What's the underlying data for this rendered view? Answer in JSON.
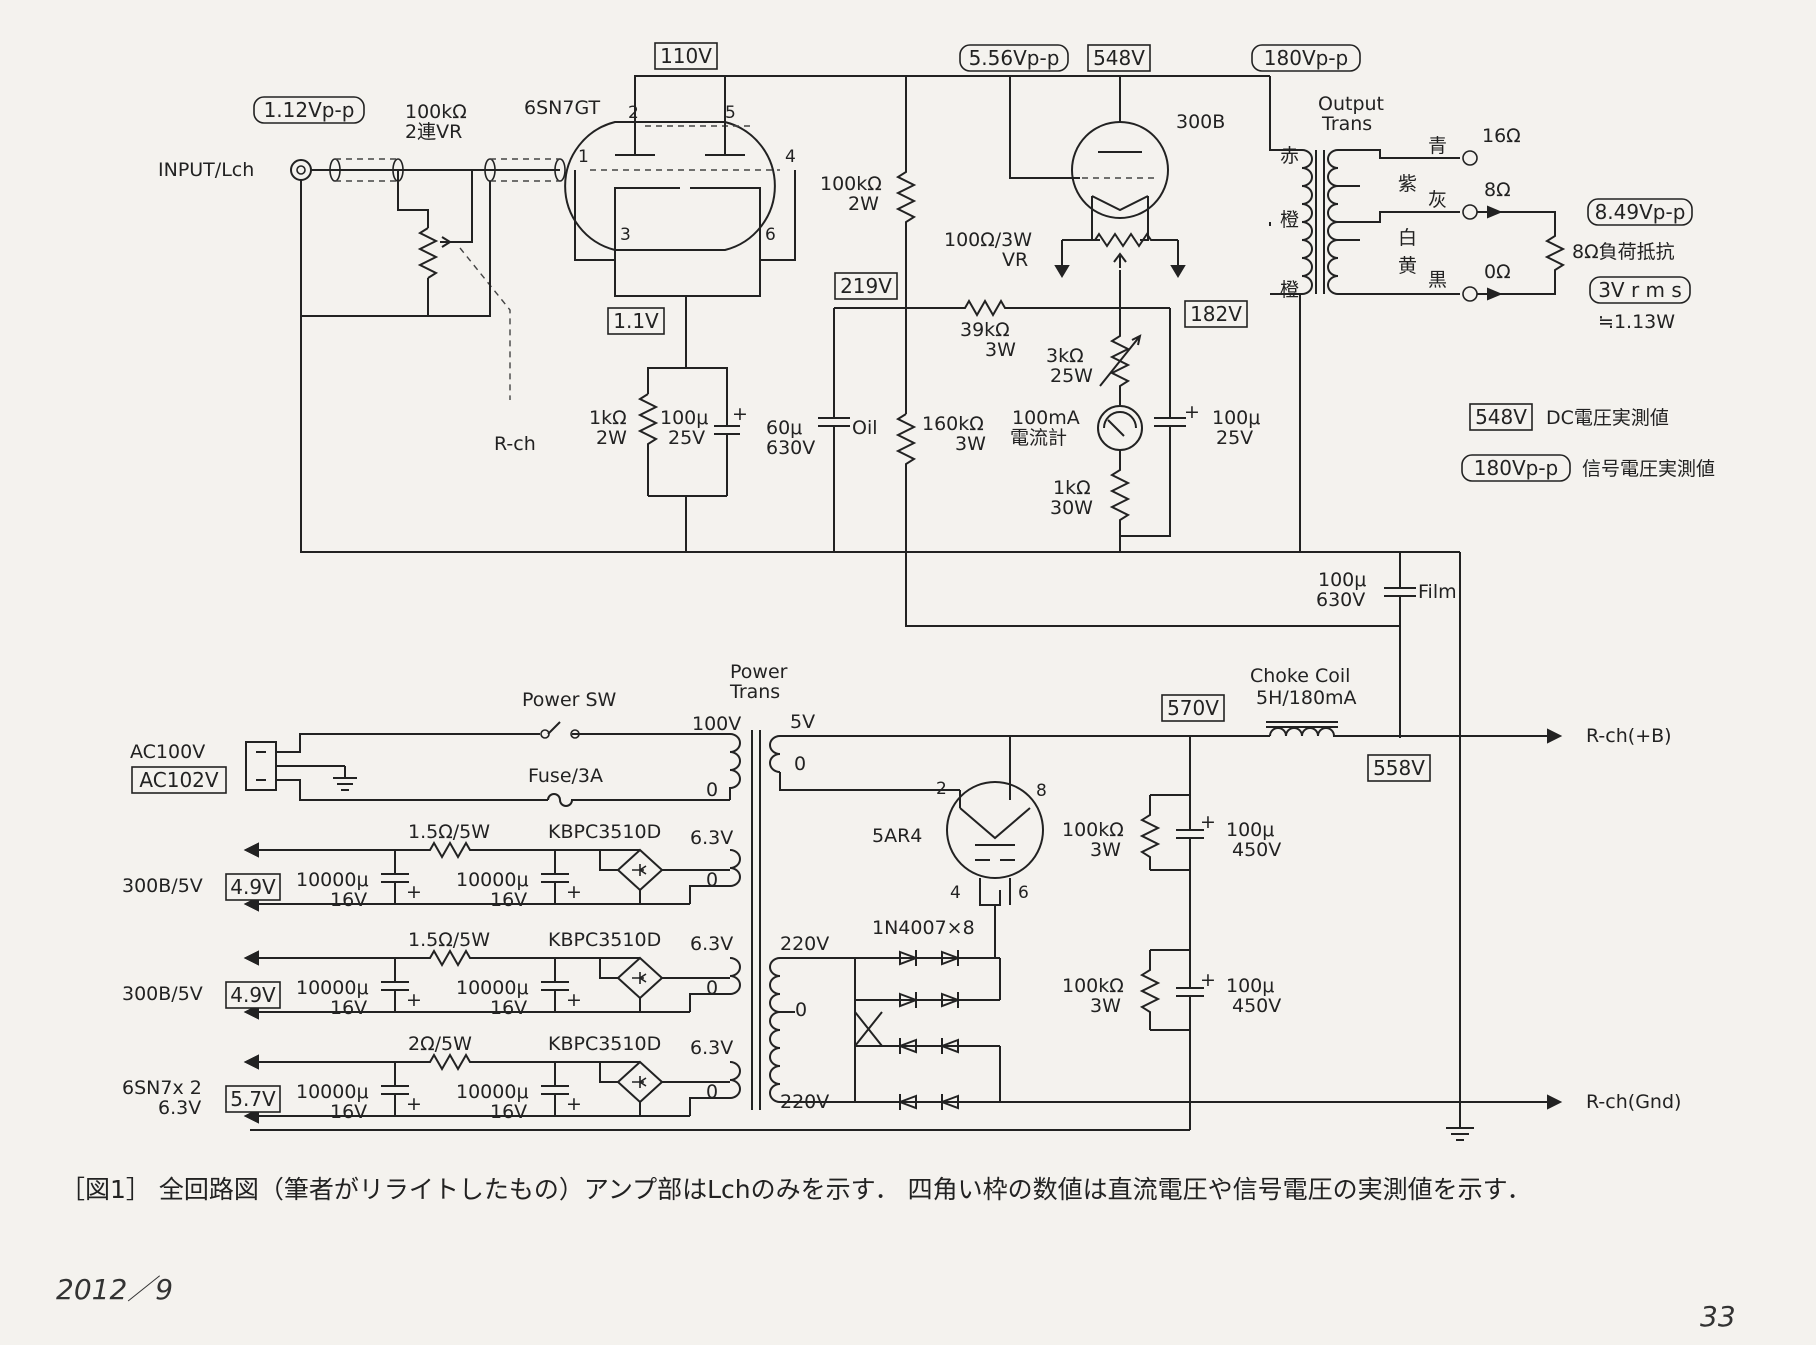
{
  "measured": {
    "v_input": "1.12Vp-p",
    "v_plate_6sn7": "110V",
    "v_cathode_6sn7": "1.1V",
    "v_grid_300b": "5.56Vp-p",
    "v_plate_300b": "548V",
    "v_out_plate": "180Vp-p",
    "v_219": "219V",
    "v_182": "182V",
    "v_out_load": "8.49Vp-p",
    "v_out_rms": "3V r m s",
    "v_rect": "570V",
    "v_bplus": "558V",
    "v_ac_meas": "AC102V",
    "v_fil1": "4.9V",
    "v_fil2": "4.9V",
    "v_fil3": "5.7V"
  },
  "labels": {
    "input": "INPUT/Lch",
    "vr_value": "100kΩ",
    "vr_type": "2連VR",
    "tube1": "6SN7GT",
    "pin1": "1",
    "pin2": "2",
    "pin3": "3",
    "pin4": "4",
    "pin5": "5",
    "pin6": "6",
    "rch": "R-ch",
    "r_k1": "1kΩ",
    "r_k1_w": "2W",
    "c_k1": "100μ",
    "c_k1_v": "25V",
    "r_load1": "100kΩ",
    "r_load1_w": "2W",
    "r_160": "160kΩ",
    "r_160_w": "3W",
    "c_60": "60μ",
    "c_60_v": "630V",
    "c_60_type": "Oil",
    "tube2": "300B",
    "hum_vr": "100Ω/3W",
    "hum_vr2": "VR",
    "r_39": "39kΩ",
    "r_39_w": "3W",
    "r_3k": "3kΩ",
    "r_3k_w": "25W",
    "meter": "100mA",
    "meter2": "電流計",
    "r_1k30": "1kΩ",
    "r_1k30_w": "30W",
    "c_100_25": "100μ",
    "c_100_25_v": "25V",
    "ot": "Output",
    "ot2": "Trans",
    "ot_red": "赤",
    "ot_org1": "橙",
    "ot_org2": "橙",
    "ot_blue": "青",
    "ot_purple": "紫",
    "ot_gray": "灰",
    "ot_white": "白",
    "ot_yellow": "黄",
    "ot_black": "黒",
    "tap16": "16Ω",
    "tap8": "8Ω",
    "tap0": "0Ω",
    "dummy": "8Ω負荷抵抗",
    "watts": "≒1.13W",
    "legend_dc_box": "548V",
    "legend_dc": "DC電圧実測値",
    "legend_sig_box": "180Vp-p",
    "legend_sig": "信号電圧実測値",
    "c_film": "100μ",
    "c_film_v": "630V",
    "c_film_type": "Film",
    "ac": "AC100V",
    "power_sw": "Power SW",
    "fuse": "Fuse/3A",
    "pt": "Power",
    "pt2": "Trans",
    "pt_100v": "100V",
    "pt_0a": "0",
    "pt_5v": "5V",
    "pt_0b": "0",
    "pt_63a": "6.3V",
    "pt_63b": "6.3V",
    "pt_63c": "6.3V",
    "pt_0c": "0",
    "pt_0d": "0",
    "pt_0e": "0",
    "pt_220a": "220V",
    "pt_0f": "0",
    "pt_220b": "220V",
    "r_15a": "1.5Ω/5W",
    "r_15b": "1.5Ω/5W",
    "r_2": "2Ω/5W",
    "bridge1": "KBPC3510D",
    "bridge2": "KBPC3510D",
    "bridge3": "KBPC3510D",
    "c1": "10000μ",
    "c1v": "16V",
    "c2": "10000μ",
    "c2v": "16V",
    "c3": "10000μ",
    "c3v": "16V",
    "c4": "10000μ",
    "c4v": "16V",
    "c5": "10000μ",
    "c5v": "16V",
    "c6": "10000μ",
    "c6v": "16V",
    "fil1": "300B/5V",
    "fil2": "300B/5V",
    "fil3a": "6SN7x 2",
    "fil3b": "6.3V",
    "rect": "5AR4",
    "rpin2": "2",
    "rpin8": "8",
    "rpin4": "4",
    "rpin6": "6",
    "diodes": "1N4007×8",
    "choke": "Choke Coil",
    "choke2": "5H/180mA",
    "rb_a": "100kΩ",
    "rb_a_w": "3W",
    "cb_a": "100μ",
    "cb_a_v": "450V",
    "rb_b": "100kΩ",
    "rb_b_w": "3W",
    "cb_b": "100μ",
    "cb_b_v": "450V",
    "rch_b": "R-ch(+B)",
    "rch_gnd": "R-ch(Gnd)",
    "plus": "+"
  },
  "caption": "［図1］ 全回路図（筆者がリライトしたもの）アンプ部はLchのみを示す． 四角い枠の数値は直流電圧や信号電圧の実測値を示す．",
  "issue": "2012／9",
  "page_number": "33"
}
